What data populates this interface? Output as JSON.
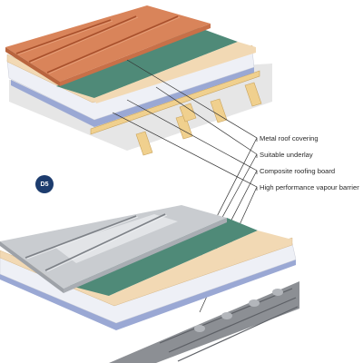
{
  "badge": "D5",
  "legend": [
    "Metal roof covering",
    "Suitable underlay",
    "Composite roofing board",
    "High performance vapour barrier"
  ],
  "colors": {
    "copper": "#d9845a",
    "copper_ridge": "#a8502c",
    "underlay": "#4f8a78",
    "board": "#f2d9b4",
    "insulation": "#eef0f6",
    "vapour_barrier": "#9aa8d4",
    "timber": "#f0d08e",
    "steel": "#c9ccd0",
    "deck": "#8c8f94",
    "badge": "#1d3c6e"
  }
}
